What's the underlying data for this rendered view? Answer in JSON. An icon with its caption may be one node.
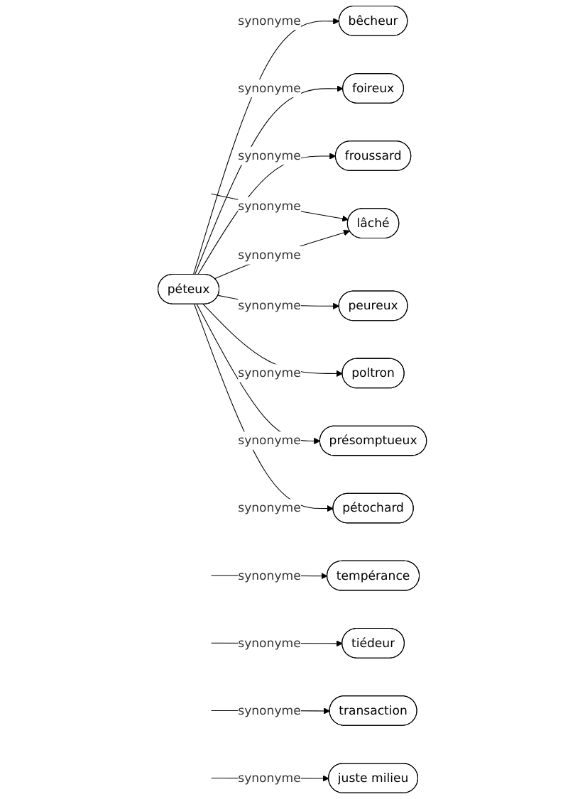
{
  "diagram": {
    "nodes": [
      {
        "text": [
          "péteux"
        ]
      },
      {
        "text": [
          "bêcheur"
        ]
      },
      {
        "text": [
          "foireux"
        ]
      },
      {
        "text": [
          "froussard"
        ]
      },
      {
        "text": [
          "lâché"
        ]
      },
      {
        "text": [
          "peureux"
        ]
      },
      {
        "text": [
          "tempérance"
        ]
      },
      {
        "text": [
          "poltron"
        ]
      },
      {
        "text": [
          "tiédeur"
        ]
      },
      {
        "text": [
          "présomptueux"
        ]
      },
      {
        "text": [
          "transaction"
        ]
      },
      {
        "text": [
          "pétochard"
        ]
      },
      {
        "text": [
          "juste milieu"
        ]
      }
    ],
    "edges": [
      {
        "from": 0,
        "to": 1,
        "arrow": "to",
        "label": "synonyme"
      },
      {
        "from": 0,
        "to": 2,
        "arrow": "to",
        "label": "synonyme"
      },
      {
        "from": 0,
        "to": 3,
        "arrow": "to",
        "label": "synonyme"
      },
      {
        "from": null,
        "to": 4,
        "arrow": "to",
        "label": "synonyme"
      },
      {
        "from": 0,
        "to": 4,
        "arrow": "to",
        "label": "synonyme"
      },
      {
        "from": 0,
        "to": 5,
        "arrow": "to",
        "label": "synonyme"
      },
      {
        "from": null,
        "to": 6,
        "arrow": "to",
        "label": "synonyme"
      },
      {
        "from": 0,
        "to": 7,
        "arrow": "to",
        "label": "synonyme"
      },
      {
        "from": null,
        "to": 8,
        "arrow": "to",
        "label": "synonyme"
      },
      {
        "from": 0,
        "to": 9,
        "arrow": "to",
        "label": "synonyme"
      },
      {
        "from": null,
        "to": 10,
        "arrow": "to",
        "label": "synonyme"
      },
      {
        "from": 0,
        "to": 11,
        "arrow": "to",
        "label": "synonyme"
      },
      {
        "from": null,
        "to": 12,
        "arrow": "to",
        "label": "synonyme"
      }
    ]
  }
}
